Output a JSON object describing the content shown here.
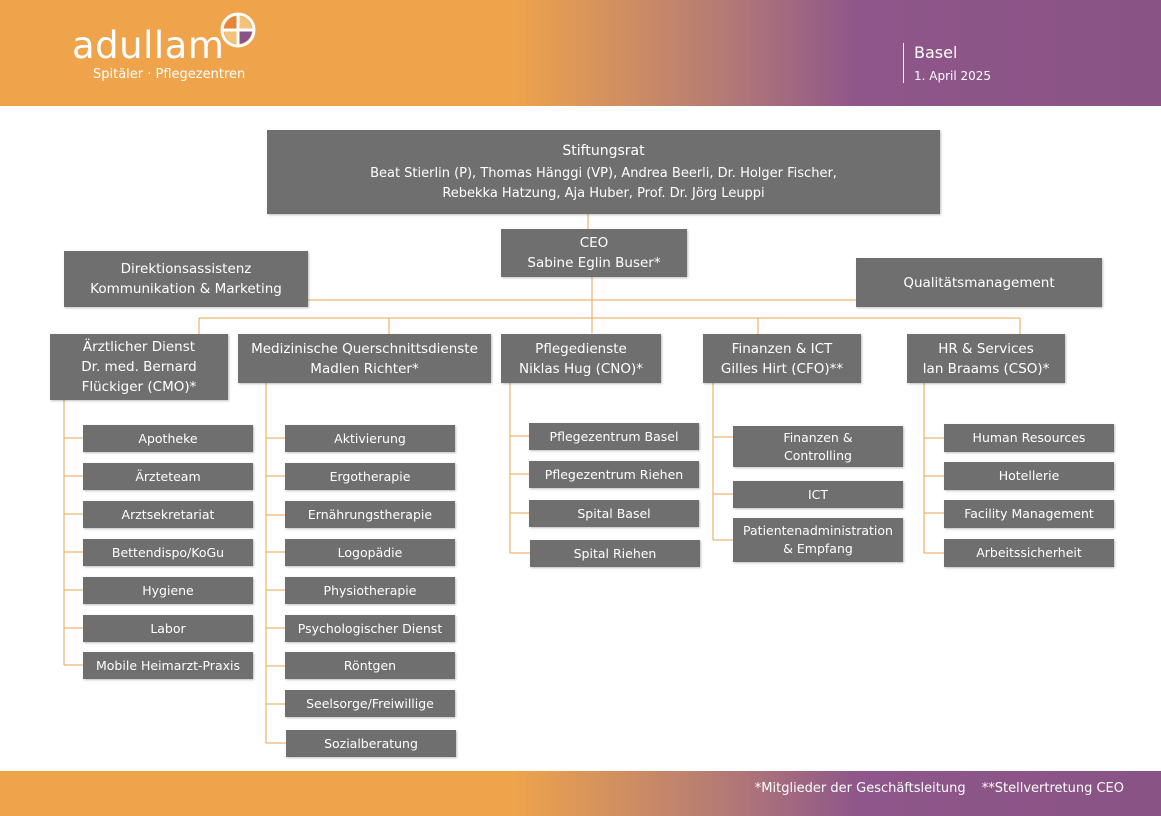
{
  "header": {
    "logo_name": "adullam",
    "logo_tagline": "Spitäler · Pflegezentren",
    "city": "Basel",
    "date": "1. April 2025",
    "colors": {
      "orange": "#efa44b",
      "purple": "#8a5385",
      "box": "#6f6f6f",
      "line": "#e8a54f"
    }
  },
  "board": {
    "title": "Stiftungsrat",
    "members_line1": "Beat Stierlin (P), Thomas Hänggi (VP), Andrea Beerli, Dr. Holger Fischer,",
    "members_line2": "Rebekka Hatzung, Aja Huber, Prof. Dr. Jörg Leuppi"
  },
  "ceo": {
    "title": "CEO",
    "name": "Sabine Eglin Buser*"
  },
  "staff": {
    "assistant_line1": "Direktionsassistenz",
    "assistant_line2": "Kommunikation & Marketing",
    "quality": "Qualitätsmanagement"
  },
  "departments": [
    {
      "title": "Ärztlicher Dienst",
      "head_line1": "Dr. med. Bernard",
      "head_line2": "Flückiger (CMO)*",
      "units": [
        "Apotheke",
        "Ärzteteam",
        "Arztsekretariat",
        "Bettendispo/KoGu",
        "Hygiene",
        "Labor",
        "Mobile Heimarzt-Praxis"
      ]
    },
    {
      "title": "Medizinische Querschnittsdienste",
      "head_line1": "Madlen Richter*",
      "units": [
        "Aktivierung",
        "Ergotherapie",
        "Ernährungstherapie",
        "Logopädie",
        "Physiotherapie",
        "Psychologischer Dienst",
        "Röntgen",
        "Seelsorge/Freiwillige",
        "Sozialberatung"
      ]
    },
    {
      "title": "Pflegedienste",
      "head_line1": "Niklas Hug (CNO)*",
      "units": [
        "Pflegezentrum Basel",
        "Pflegezentrum Riehen",
        "Spital Basel",
        "Spital Riehen"
      ]
    },
    {
      "title": "Finanzen & ICT",
      "head_line1": "Gilles Hirt (CFO)**",
      "units": [
        [
          "Finanzen &",
          "Controlling"
        ],
        [
          "ICT"
        ],
        [
          "Patientenadministration",
          "& Empfang"
        ]
      ]
    },
    {
      "title": "HR & Services",
      "head_line1": "Ian Braams (CSO)*",
      "units": [
        "Human Resources",
        "Hotellerie",
        "Facility Management",
        "Arbeitssicherheit"
      ]
    }
  ],
  "footer": {
    "note_members": "*Mitglieder der Geschäftsleitung",
    "note_deputy": "**Stellvertretung CEO"
  }
}
